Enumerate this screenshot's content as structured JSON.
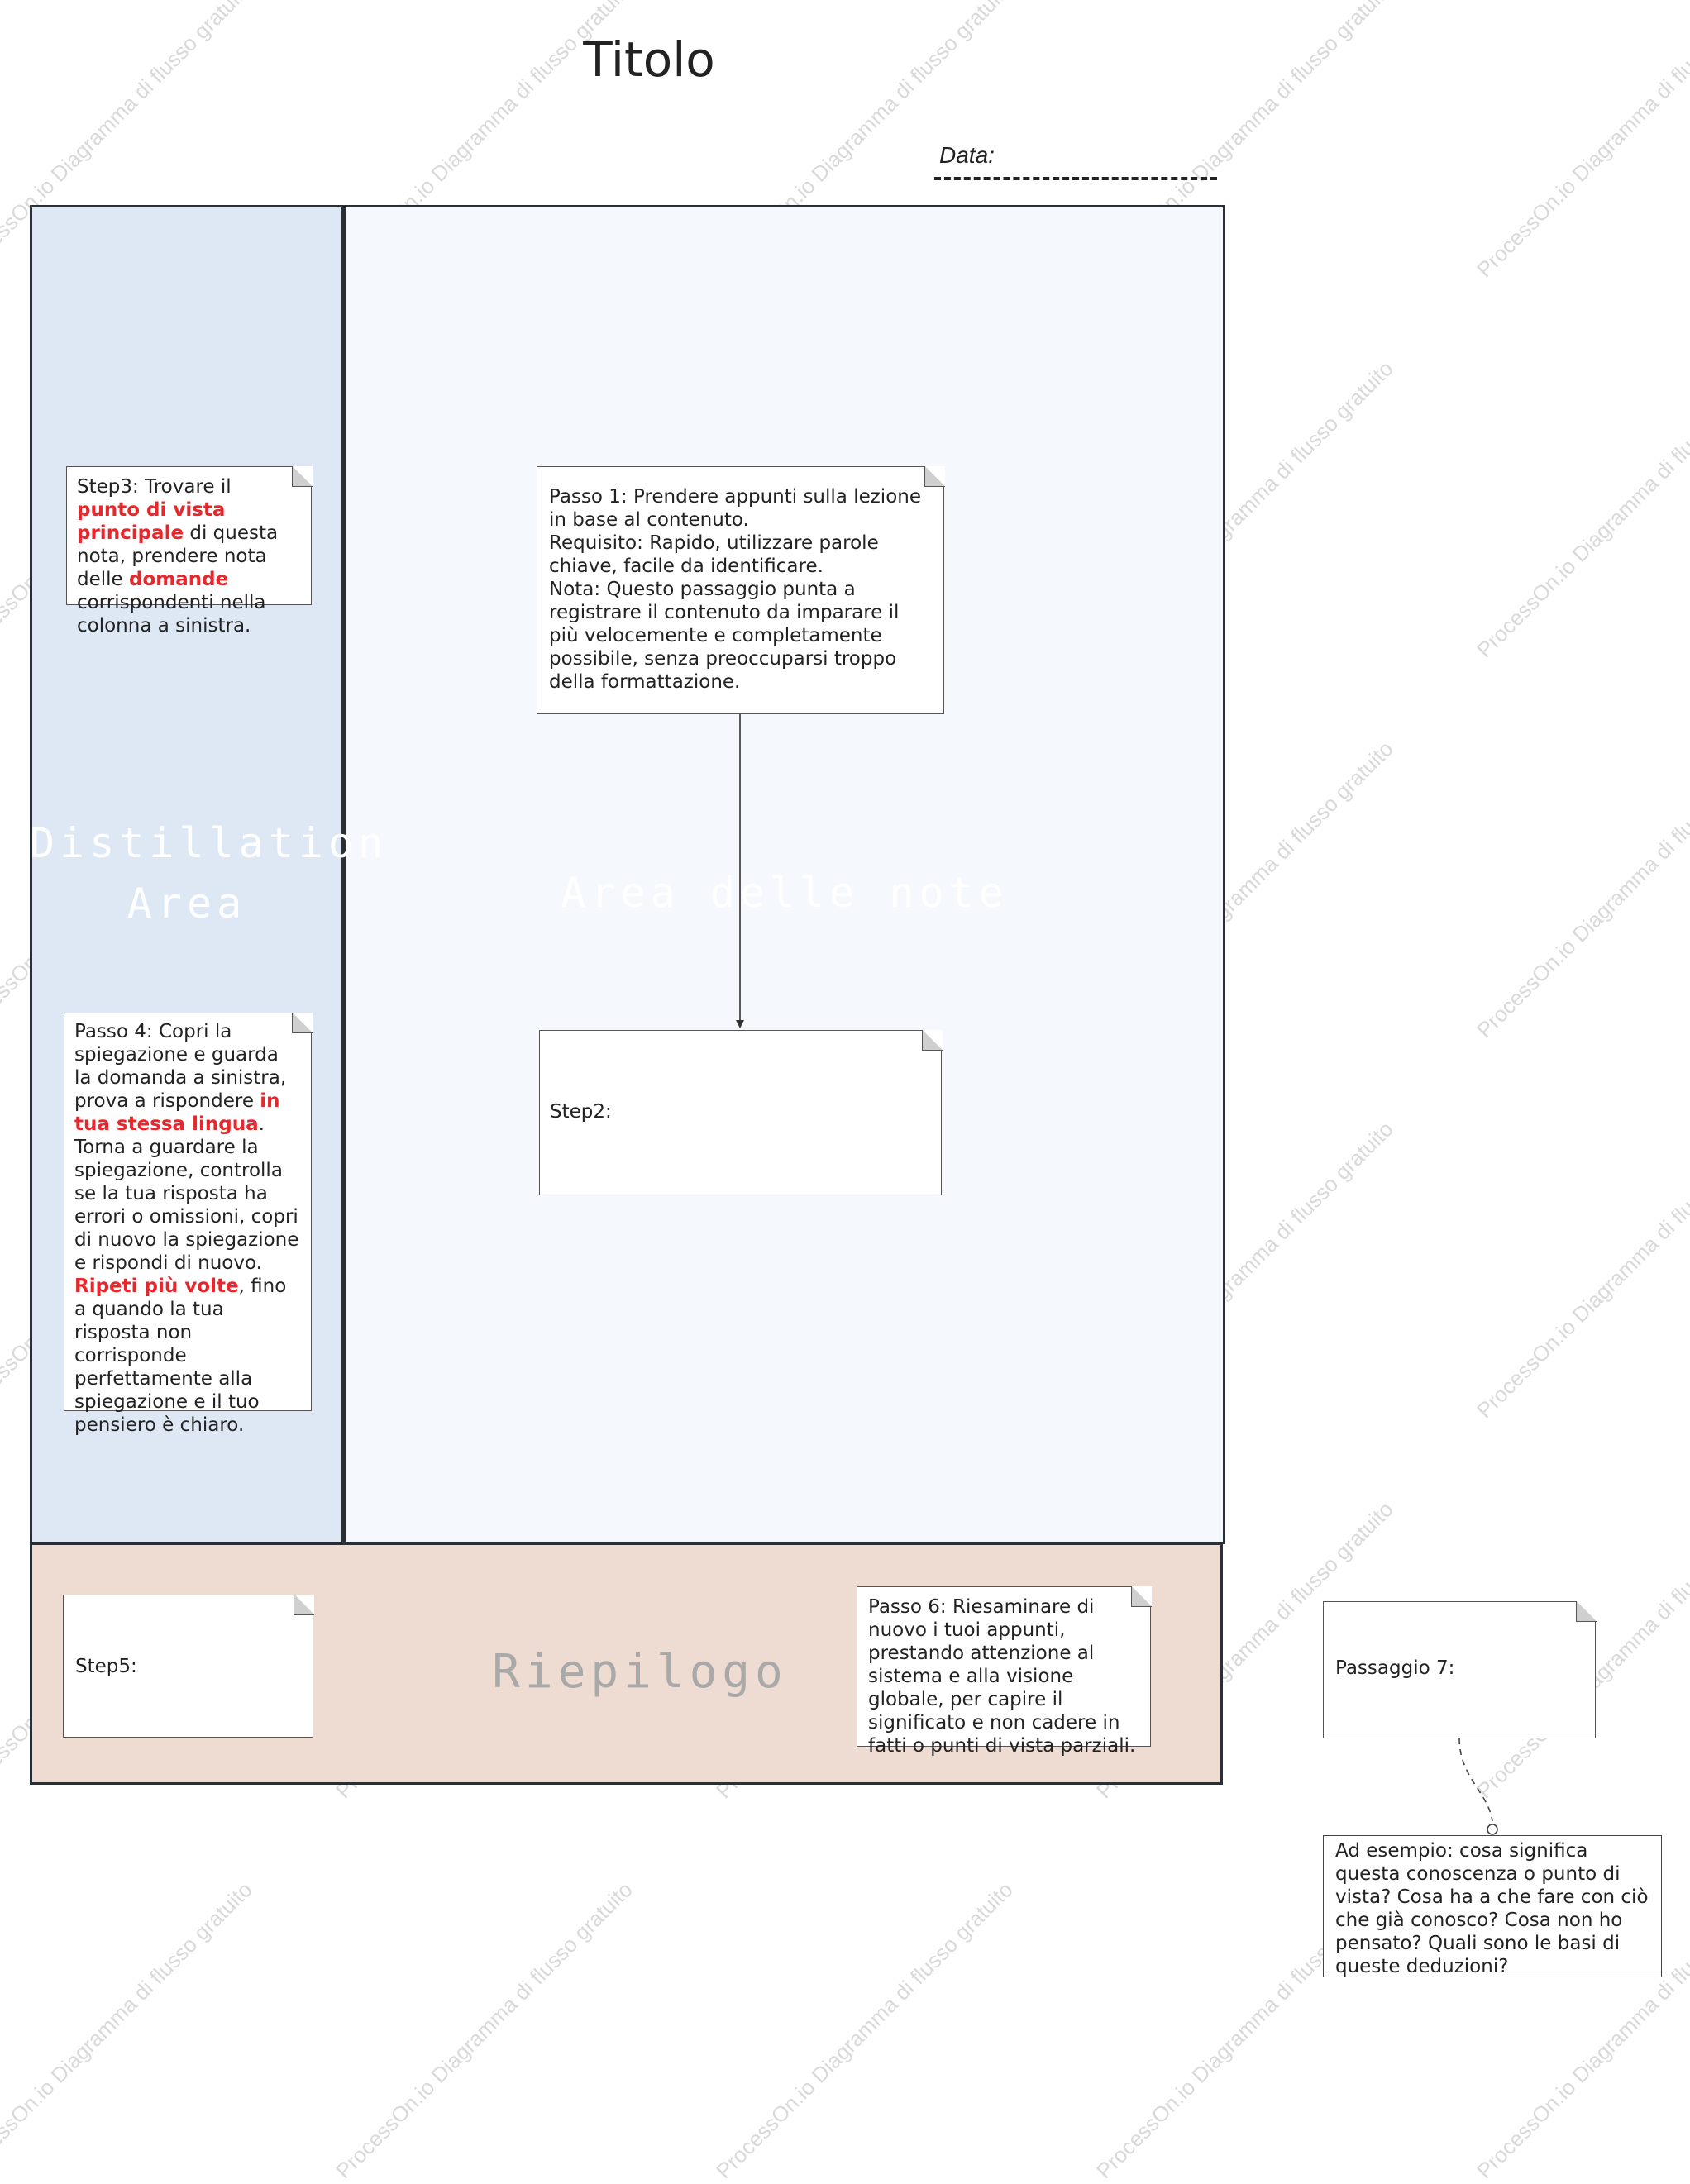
{
  "header": {
    "title": "Titolo",
    "date_label": "Data:"
  },
  "areas": {
    "distillation": "Distillation Area",
    "notes": "Area delle note",
    "summary": "Riepilogo"
  },
  "notes": {
    "step3": {
      "parts": [
        {
          "text": "Step3: Trovare il ",
          "highlight": false
        },
        {
          "text": "punto di vista principale",
          "highlight": true
        },
        {
          "text": " di questa nota, prendere nota delle ",
          "highlight": false
        },
        {
          "text": "domande",
          "highlight": true
        },
        {
          "text": " corrispondenti nella colonna a sinistra.",
          "highlight": false
        }
      ]
    },
    "step4": {
      "parts": [
        {
          "text": "Passo 4: Copri la spiegazione e guarda la domanda a sinistra, prova a rispondere ",
          "highlight": false
        },
        {
          "text": "in tua stessa lingua",
          "highlight": true
        },
        {
          "text": ". Torna a guardare la spiegazione, controlla se la tua risposta ha errori o omissioni, copri di nuovo la spiegazione e rispondi di nuovo. ",
          "highlight": false
        },
        {
          "text": "Ripeti più volte",
          "highlight": true
        },
        {
          "text": ", fino a quando la tua risposta non corrisponde perfettamente alla spiegazione e il tuo pensiero è chiaro.",
          "highlight": false
        }
      ]
    },
    "step1": {
      "parts": [
        {
          "text": "Passo 1: Prendere appunti sulla lezione in base al contenuto.\nRequisito: Rapido, utilizzare parole chiave, facile da identificare.\nNota: Questo passaggio punta a registrare il contenuto da imparare il più velocemente e completamente possibile, senza preoccuparsi troppo della formattazione.",
          "highlight": false
        }
      ]
    },
    "step2": {
      "text": "Step2:"
    },
    "step5": {
      "text": "Step5:"
    },
    "step6": {
      "parts": [
        {
          "text": "Passo 6: Riesaminare di nuovo i tuoi appunti, prestando attenzione al sistema e alla visione globale, per capire il significato e non cadere in fatti o punti di vista parziali.",
          "highlight": false
        }
      ]
    },
    "step7": {
      "text": "Passaggio 7:"
    },
    "example": {
      "parts": [
        {
          "text": "Ad esempio: cosa significa questa conoscenza o punto di vista? Cosa ha a che fare con ciò che già conosco? Cosa non ho pensato? Quali sono le basi di queste deduzioni?",
          "highlight": false
        }
      ]
    }
  },
  "watermark": "ProcessOn.io Diagramma di flusso gratuito",
  "colors": {
    "distillation_bg": "#dde8f4",
    "notes_bg": "#f5f8fd",
    "summary_bg": "#eedbd1",
    "highlight": "#e8272c"
  }
}
